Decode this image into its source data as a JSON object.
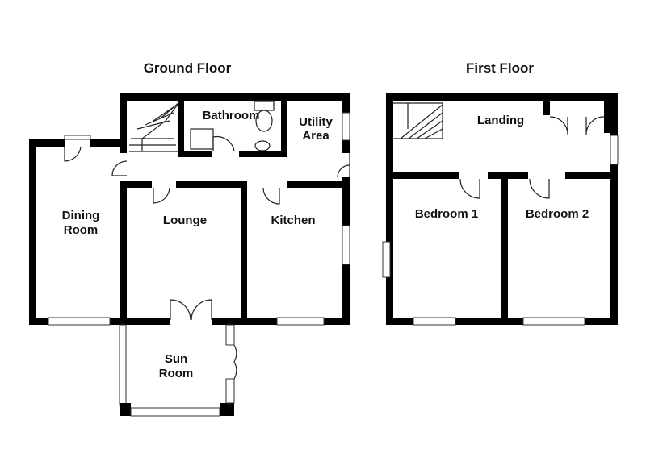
{
  "floors": {
    "ground": {
      "title": "Ground Floor",
      "rooms": {
        "bathroom": "Bathroom",
        "utility_line1": "Utility",
        "utility_line2": "Area",
        "dining_line1": "Dining",
        "dining_line2": "Room",
        "lounge": "Lounge",
        "kitchen": "Kitchen",
        "sun_line1": "Sun",
        "sun_line2": "Room"
      }
    },
    "first": {
      "title": "First Floor",
      "rooms": {
        "landing": "Landing",
        "bedroom1": "Bedroom 1",
        "bedroom2": "Bedroom 2"
      }
    }
  }
}
